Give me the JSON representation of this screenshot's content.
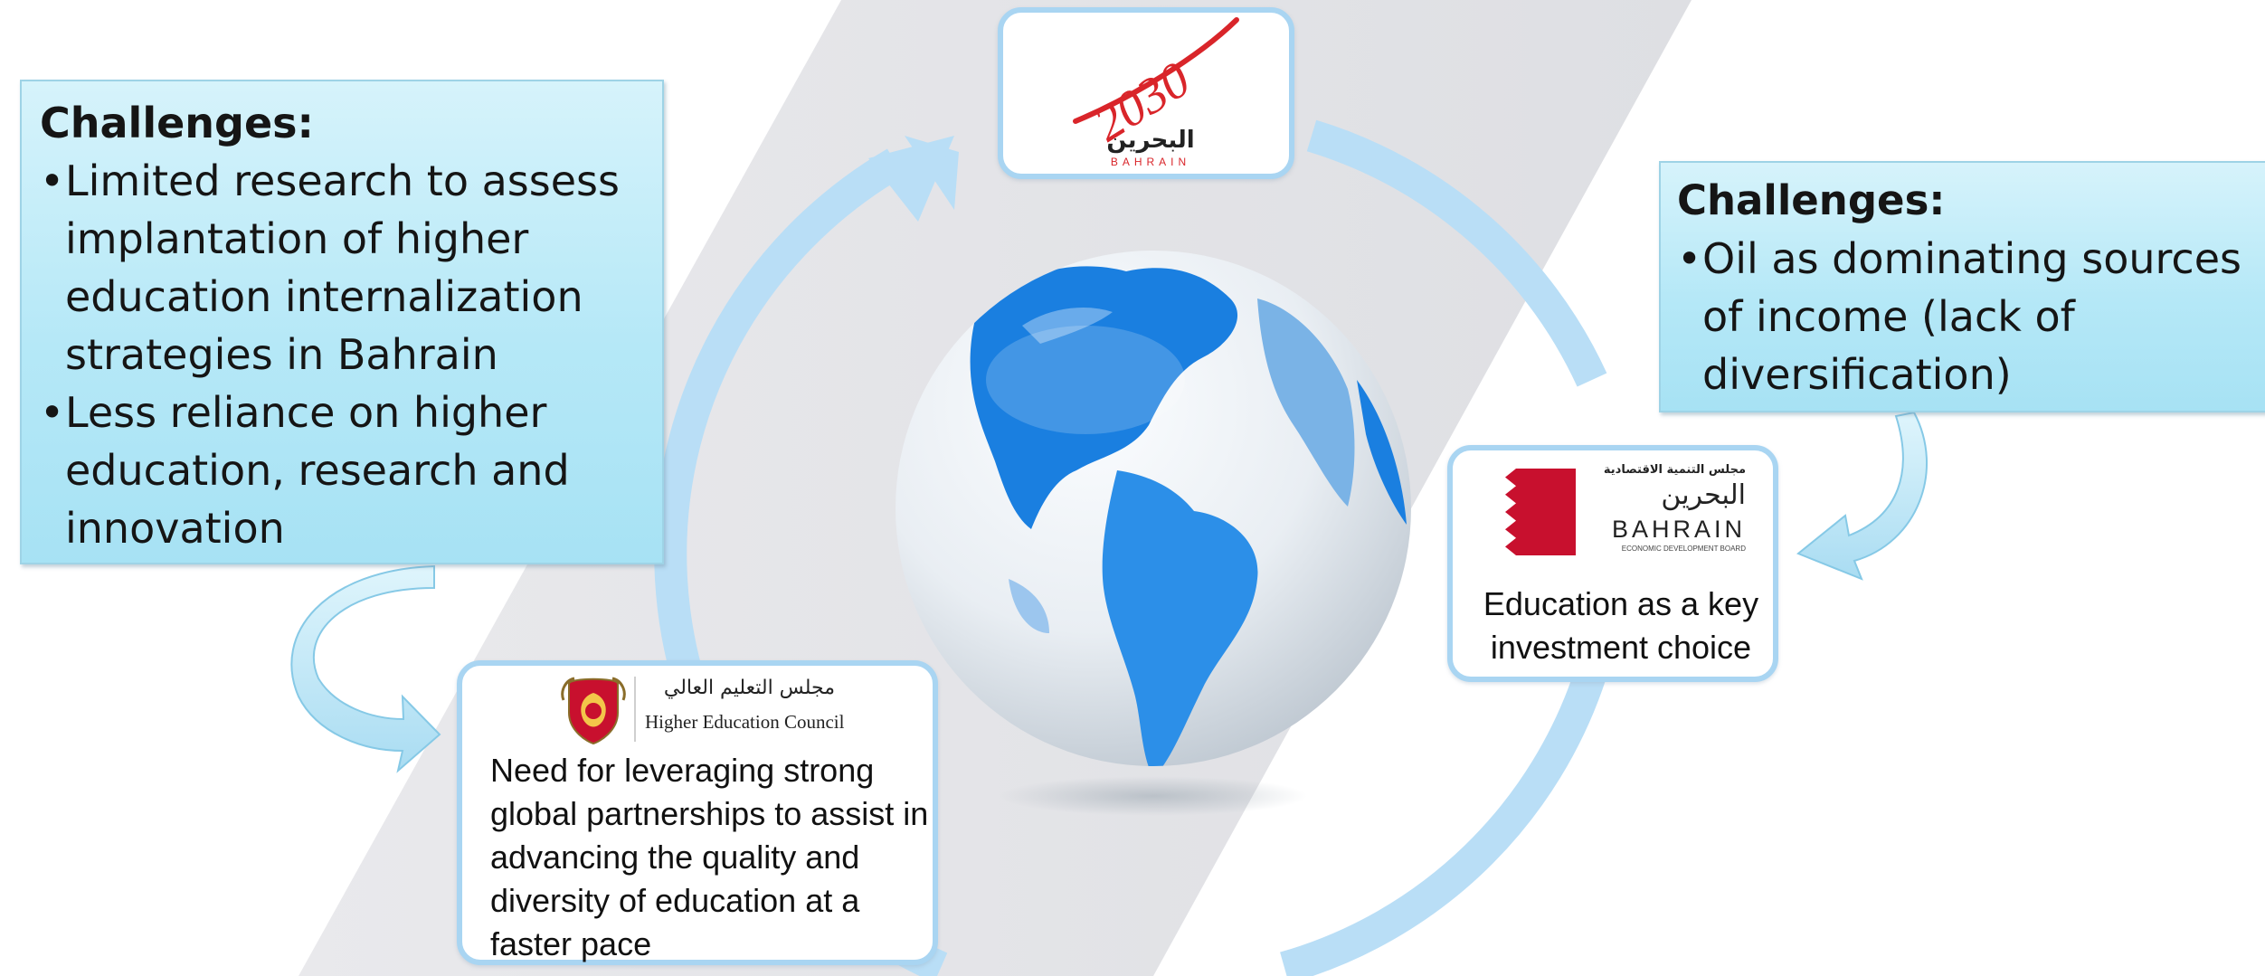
{
  "colors": {
    "challenge_box": "#b5e8f7",
    "card_border": "#a9d5f2",
    "ring": "#b9def6",
    "vision_red": "#d9252a",
    "edb_red": "#c8102e",
    "globe_blue": "#1a7fe0"
  },
  "challenges_left": {
    "title": "Challenges:",
    "items": [
      "Limited research to assess implantation of higher education internalization strategies in Bahrain",
      "Less reliance on higher education, research and innovation"
    ]
  },
  "challenges_right": {
    "title": "Challenges:",
    "items": [
      "Oil as dominating sources of income (lack of diversification)"
    ]
  },
  "vision_logo": {
    "year": "2030",
    "arabic": "البحرين",
    "latin": "BAHRAIN"
  },
  "edb_card": {
    "logo_arabic_top": "مجلس التنمية الاقتصادية",
    "logo_arabic_main": "البحرين",
    "logo_latin": "BAHRAIN",
    "logo_sub": "ECONOMIC DEVELOPMENT BOARD",
    "text": "Education as a key investment choice"
  },
  "hec_card": {
    "logo_arabic": "مجلس التعليم العالي",
    "logo_english": "Higher Education Council",
    "text": "Need for leveraging strong global partnerships to assist in advancing the quality and diversity of education at a faster pace"
  }
}
